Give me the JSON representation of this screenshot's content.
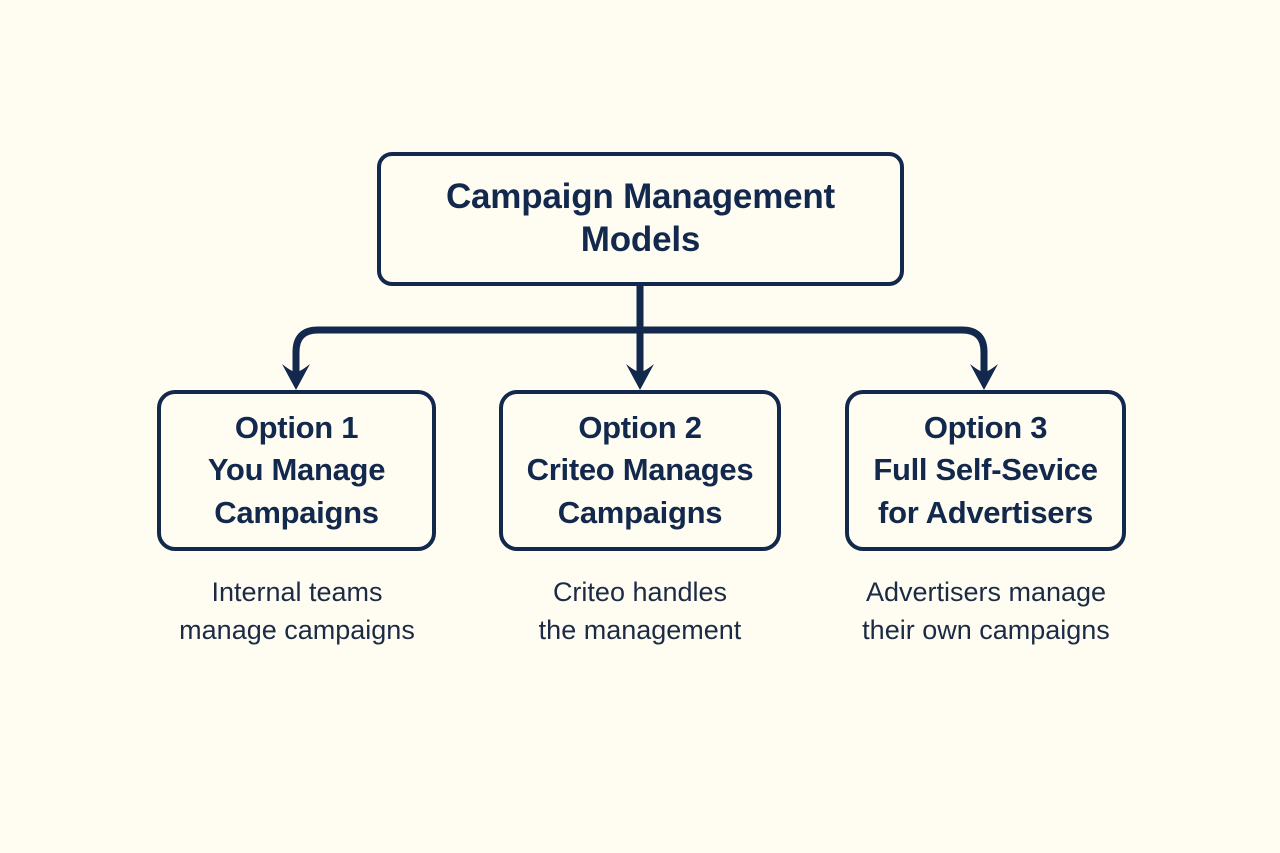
{
  "diagram": {
    "title": "Campaign Management Models",
    "colors": {
      "background": "#FFFDF2",
      "stroke": "#12284C",
      "text": "#12284C",
      "caption_text": "#1C2B45"
    },
    "root": {
      "label": "Campaign Management\nModels"
    },
    "options": [
      {
        "box_label": "Option 1\nYou Manage\nCampaigns",
        "caption": "Internal teams\nmanage campaigns"
      },
      {
        "box_label": "Option 2\nCriteo Manages\nCampaigns",
        "caption": "Criteo handles\nthe management"
      },
      {
        "box_label": "Option 3\nFull Self-Sevice\nfor Advertisers",
        "caption": "Advertisers manage\ntheir own campaigns"
      }
    ]
  }
}
